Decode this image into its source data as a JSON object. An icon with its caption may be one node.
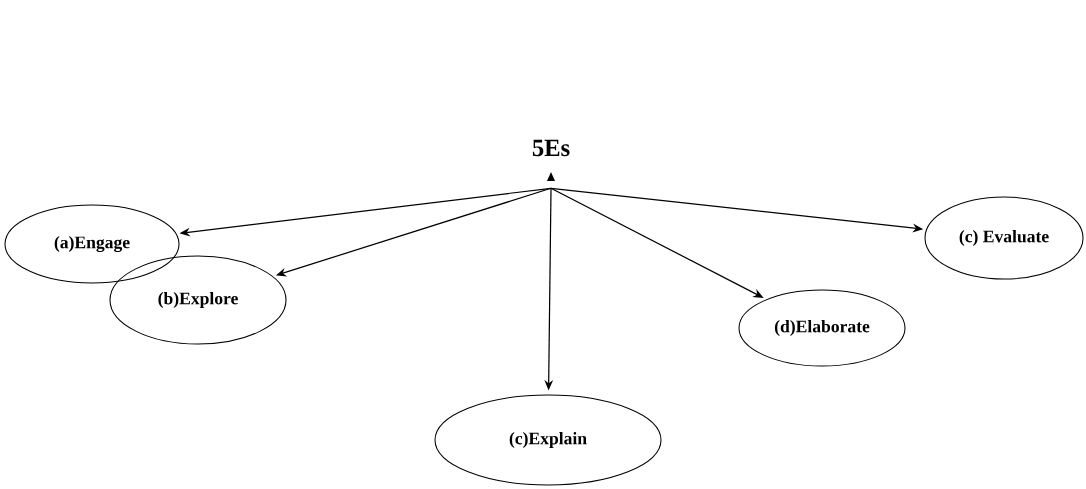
{
  "diagram": {
    "nodes": [
      {
        "text": [
          "5Es"
        ]
      },
      {
        "text": [
          "(a)Engage"
        ]
      },
      {
        "text": [
          "(c) Evaluate"
        ]
      },
      {
        "text": [
          "(b)Explore"
        ]
      },
      {
        "text": [
          "(c)Explain"
        ]
      },
      {
        "text": [
          "(d)Elaborate"
        ]
      }
    ],
    "edges": [
      {
        "from": 0,
        "to": 1,
        "arrow": "to"
      },
      {
        "from": 0,
        "to": 2,
        "arrow": "to"
      },
      {
        "from": 0,
        "to": 3,
        "arrow": "to"
      },
      {
        "from": 0,
        "to": 4,
        "arrow": "to"
      },
      {
        "from": 0,
        "to": 5,
        "arrow": "to"
      }
    ]
  }
}
